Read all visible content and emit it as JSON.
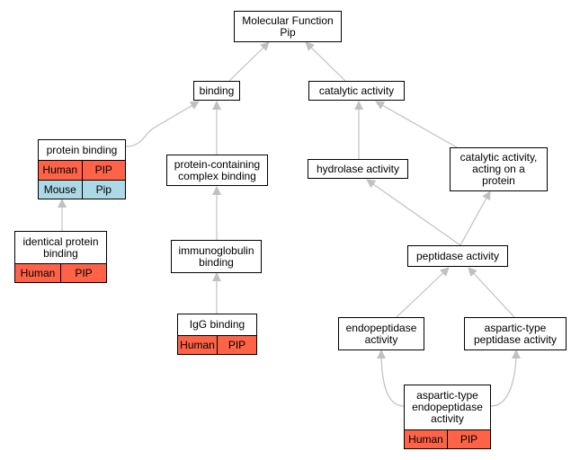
{
  "nodes": {
    "root": {
      "line1": "Molecular Function",
      "line2": "Pip"
    },
    "binding": {
      "label": "binding"
    },
    "catalytic": {
      "label": "catalytic activity"
    },
    "protein_binding": {
      "label": "protein binding",
      "rows": [
        {
          "species": "Human",
          "gene": "PIP",
          "color": "#ff6347"
        },
        {
          "species": "Mouse",
          "gene": "Pip",
          "color": "#add8e6"
        }
      ]
    },
    "pcb": {
      "line1": "protein-containing",
      "line2": "complex binding"
    },
    "hydrolase": {
      "label": "hydrolase activity"
    },
    "cat_protein": {
      "line1": "catalytic activity,",
      "line2": "acting on a",
      "line3": "protein"
    },
    "identical": {
      "line1": "identical protein",
      "line2": "binding",
      "rows": [
        {
          "species": "Human",
          "gene": "PIP",
          "color": "#ff6347"
        }
      ]
    },
    "immuno": {
      "line1": "immunoglobulin",
      "line2": "binding"
    },
    "peptidase": {
      "label": "peptidase activity"
    },
    "igg": {
      "label": "IgG binding",
      "rows": [
        {
          "species": "Human",
          "gene": "PIP",
          "color": "#ff6347"
        }
      ]
    },
    "endo": {
      "line1": "endopeptidase",
      "line2": "activity"
    },
    "aspartic": {
      "line1": "aspartic-type",
      "line2": "peptidase activity"
    },
    "asp_endo": {
      "line1": "aspartic-type",
      "line2": "endopeptidase",
      "line3": "activity",
      "rows": [
        {
          "species": "Human",
          "gene": "PIP",
          "color": "#ff6347"
        }
      ]
    }
  },
  "colors": {
    "edge": "#c0c0c0",
    "human": "#ff6347",
    "mouse": "#add8e6"
  }
}
